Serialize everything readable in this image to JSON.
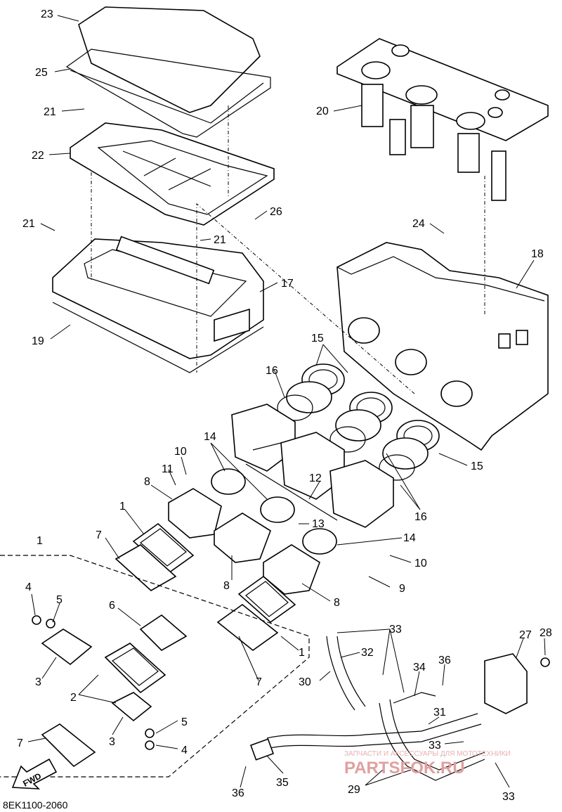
{
  "diagram_code": "8EK1100-2060",
  "fwd_label": "FWD",
  "watermark": {
    "line1": "ЗАПЧАСТИ И АКСЕССУАРЫ ДЛЯ МОТОТЕХНИКИ",
    "line2": "PARTSFOK.RU"
  },
  "callouts": [
    {
      "id": "c23",
      "label": "23"
    },
    {
      "id": "c25",
      "label": "25"
    },
    {
      "id": "c21a",
      "label": "21"
    },
    {
      "id": "c22",
      "label": "22"
    },
    {
      "id": "c21b",
      "label": "21"
    },
    {
      "id": "c21c",
      "label": "21"
    },
    {
      "id": "c26",
      "label": "26"
    },
    {
      "id": "c17",
      "label": "17"
    },
    {
      "id": "c19",
      "label": "19"
    },
    {
      "id": "c20",
      "label": "20"
    },
    {
      "id": "c24",
      "label": "24"
    },
    {
      "id": "c18",
      "label": "18"
    },
    {
      "id": "c15a",
      "label": "15"
    },
    {
      "id": "c16a",
      "label": "16"
    },
    {
      "id": "c15b",
      "label": "15"
    },
    {
      "id": "c14a",
      "label": "14"
    },
    {
      "id": "c10a",
      "label": "10"
    },
    {
      "id": "c11",
      "label": "11"
    },
    {
      "id": "c8a",
      "label": "8"
    },
    {
      "id": "c12",
      "label": "12"
    },
    {
      "id": "c13",
      "label": "13"
    },
    {
      "id": "c16b",
      "label": "16"
    },
    {
      "id": "c1a",
      "label": "1"
    },
    {
      "id": "c14b",
      "label": "14"
    },
    {
      "id": "c7a",
      "label": "7"
    },
    {
      "id": "c10b",
      "label": "10"
    },
    {
      "id": "c8b",
      "label": "8"
    },
    {
      "id": "c8c",
      "label": "8"
    },
    {
      "id": "c9",
      "label": "9"
    },
    {
      "id": "c1b",
      "label": "1"
    },
    {
      "id": "c4a",
      "label": "4"
    },
    {
      "id": "c5a",
      "label": "5"
    },
    {
      "id": "c6",
      "label": "6"
    },
    {
      "id": "c1c",
      "label": "1"
    },
    {
      "id": "c3a",
      "label": "3"
    },
    {
      "id": "c2",
      "label": "2"
    },
    {
      "id": "c7b",
      "label": "7"
    },
    {
      "id": "c3b",
      "label": "3"
    },
    {
      "id": "c5b",
      "label": "5"
    },
    {
      "id": "c4b",
      "label": "4"
    },
    {
      "id": "c7c",
      "label": "7"
    },
    {
      "id": "c33a",
      "label": "33"
    },
    {
      "id": "c28",
      "label": "28"
    },
    {
      "id": "c27",
      "label": "27"
    },
    {
      "id": "c32",
      "label": "32"
    },
    {
      "id": "c36a",
      "label": "36"
    },
    {
      "id": "c34",
      "label": "34"
    },
    {
      "id": "c30",
      "label": "30"
    },
    {
      "id": "c31",
      "label": "31"
    },
    {
      "id": "c33b",
      "label": "33"
    },
    {
      "id": "c35",
      "label": "35"
    },
    {
      "id": "c29",
      "label": "29"
    },
    {
      "id": "c36b",
      "label": "36"
    },
    {
      "id": "c33c",
      "label": "33"
    }
  ]
}
